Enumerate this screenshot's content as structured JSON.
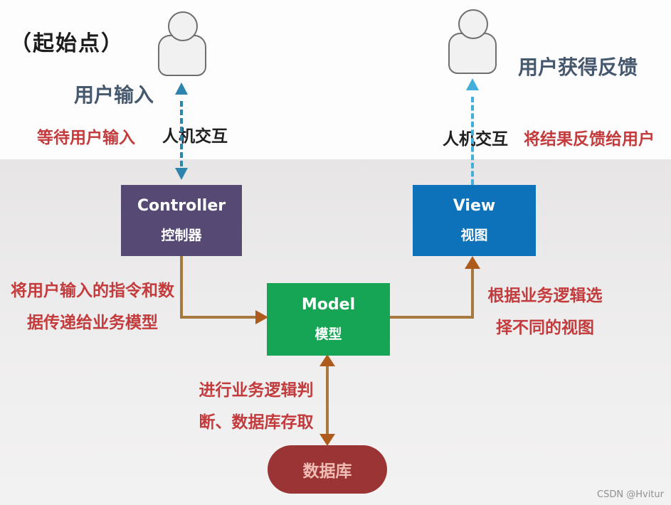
{
  "diagram": {
    "type": "mvc-flow-diagram",
    "annotations": {
      "start_point": "（起始点）",
      "left": {
        "user_input": "用户输入",
        "wait_user_input": "等待用户输入",
        "hci": "人机交互"
      },
      "right": {
        "user_feedback": "用户获得反馈",
        "hci": "人机交互",
        "result_to_user": "将结果反馈给用户"
      },
      "controller_to_model": {
        "line1": "将用户输入的指令和数",
        "line2": "据传递给业务模型"
      },
      "model_to_view": {
        "line1": "根据业务逻辑选",
        "line2": "择不同的视图"
      },
      "model_to_db": {
        "line1": "进行业务逻辑判",
        "line2": "断、数据库存取"
      }
    },
    "nodes": {
      "controller": {
        "title": "Controller",
        "subtitle": "控制器",
        "color": "#564a74"
      },
      "view": {
        "title": "View",
        "subtitle": "视图",
        "color": "#0d72ba"
      },
      "model": {
        "title": "Model",
        "subtitle": "模型",
        "color": "#16a554"
      },
      "database": {
        "label": "数据库",
        "color": "#9b3434"
      }
    },
    "colors": {
      "annotation_red": "#c33b3c",
      "annotation_blue_gray": "#46586d",
      "connector_line": "#a8793f",
      "connector_arrowhead": "#ad5c1e",
      "dashed_link_left": "#2d84ac",
      "dashed_link_right": "#41afd7",
      "background_top": "#fdfdfd",
      "background_bottom": "#efeeee"
    },
    "watermark": "CSDN @Hvitur"
  }
}
